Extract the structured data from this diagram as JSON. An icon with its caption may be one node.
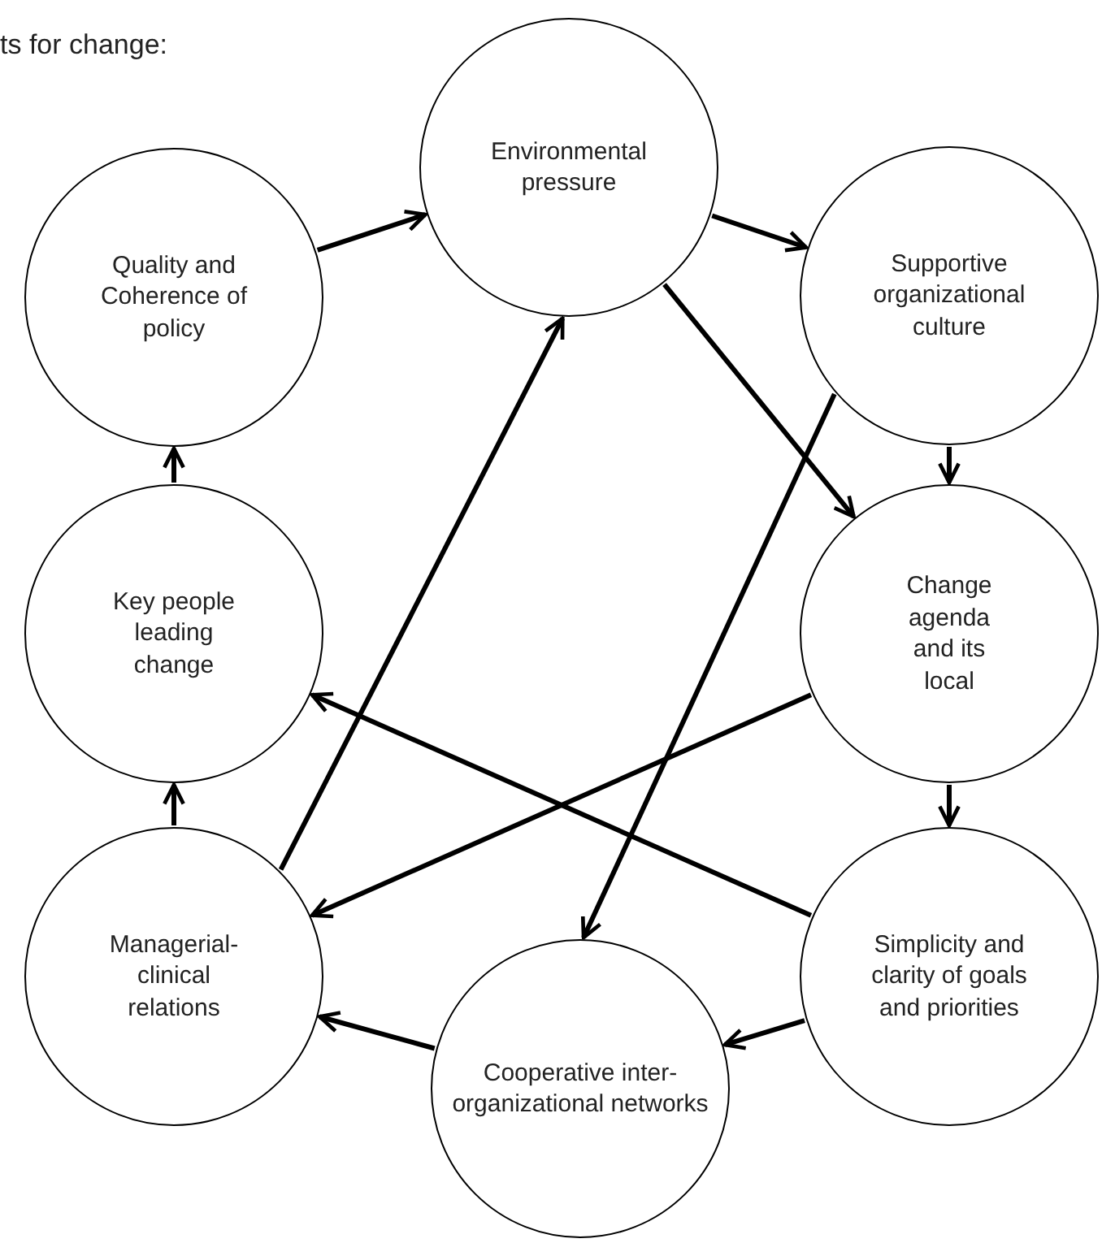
{
  "diagram": {
    "nodes": [
      {
        "text": [
          "Environmental pressure"
        ]
      },
      {
        "text": [
          "Quality and Coherence of policy"
        ]
      },
      {
        "text": [
          "Supportive organizational culture"
        ]
      },
      {
        "text": [
          "Key people leading change"
        ]
      },
      {
        "text": [
          "Change agenda and its local"
        ]
      },
      {
        "text": [
          "Managerial-clinical relations"
        ]
      },
      {
        "text": [
          "Simplicity and clarity of goals and priorities"
        ]
      },
      {
        "text": [
          "Cooperative inter-organizational networks"
        ]
      }
    ],
    "edges": [
      {
        "from": 1,
        "to": 0,
        "arrow": "to"
      },
      {
        "from": 0,
        "to": 2,
        "arrow": "to"
      },
      {
        "from": 0,
        "to": 4,
        "arrow": "to"
      },
      {
        "from": 2,
        "to": 4,
        "arrow": "to"
      },
      {
        "from": 2,
        "to": 7,
        "arrow": "to"
      },
      {
        "from": 4,
        "to": 6,
        "arrow": "to"
      },
      {
        "from": 4,
        "to": 5,
        "arrow": "to"
      },
      {
        "from": 6,
        "to": 3,
        "arrow": "to"
      },
      {
        "from": 6,
        "to": 7,
        "arrow": "to"
      },
      {
        "from": 7,
        "to": 5,
        "arrow": "to"
      },
      {
        "from": 5,
        "to": 3,
        "arrow": "to"
      },
      {
        "from": 3,
        "to": 1,
        "arrow": "to"
      },
      {
        "from": 5,
        "to": 0,
        "arrow": "to"
      }
    ],
    "labels": [
      "ts for change:"
    ]
  }
}
